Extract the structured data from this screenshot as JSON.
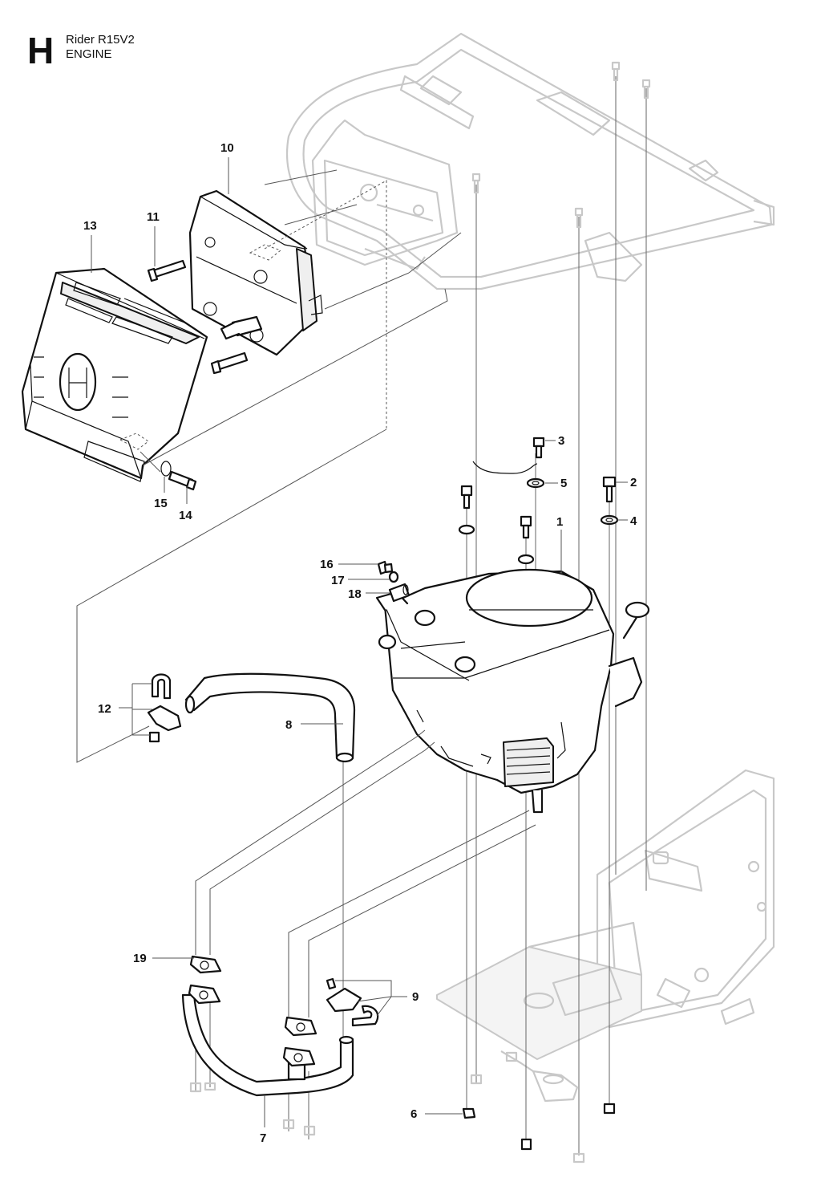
{
  "header": {
    "section_letter": "H",
    "model": "Rider R15V2",
    "section": "ENGINE"
  },
  "callouts": {
    "c1": "1",
    "c2": "2",
    "c3": "3",
    "c4": "4",
    "c5": "5",
    "c6": "6",
    "c7": "7",
    "c8": "8",
    "c9": "9",
    "c10": "10",
    "c11": "11",
    "c12": "12",
    "c13": "13",
    "c14": "14",
    "c15": "15",
    "c16": "16",
    "c17": "17",
    "c18": "18",
    "c19": "19"
  }
}
